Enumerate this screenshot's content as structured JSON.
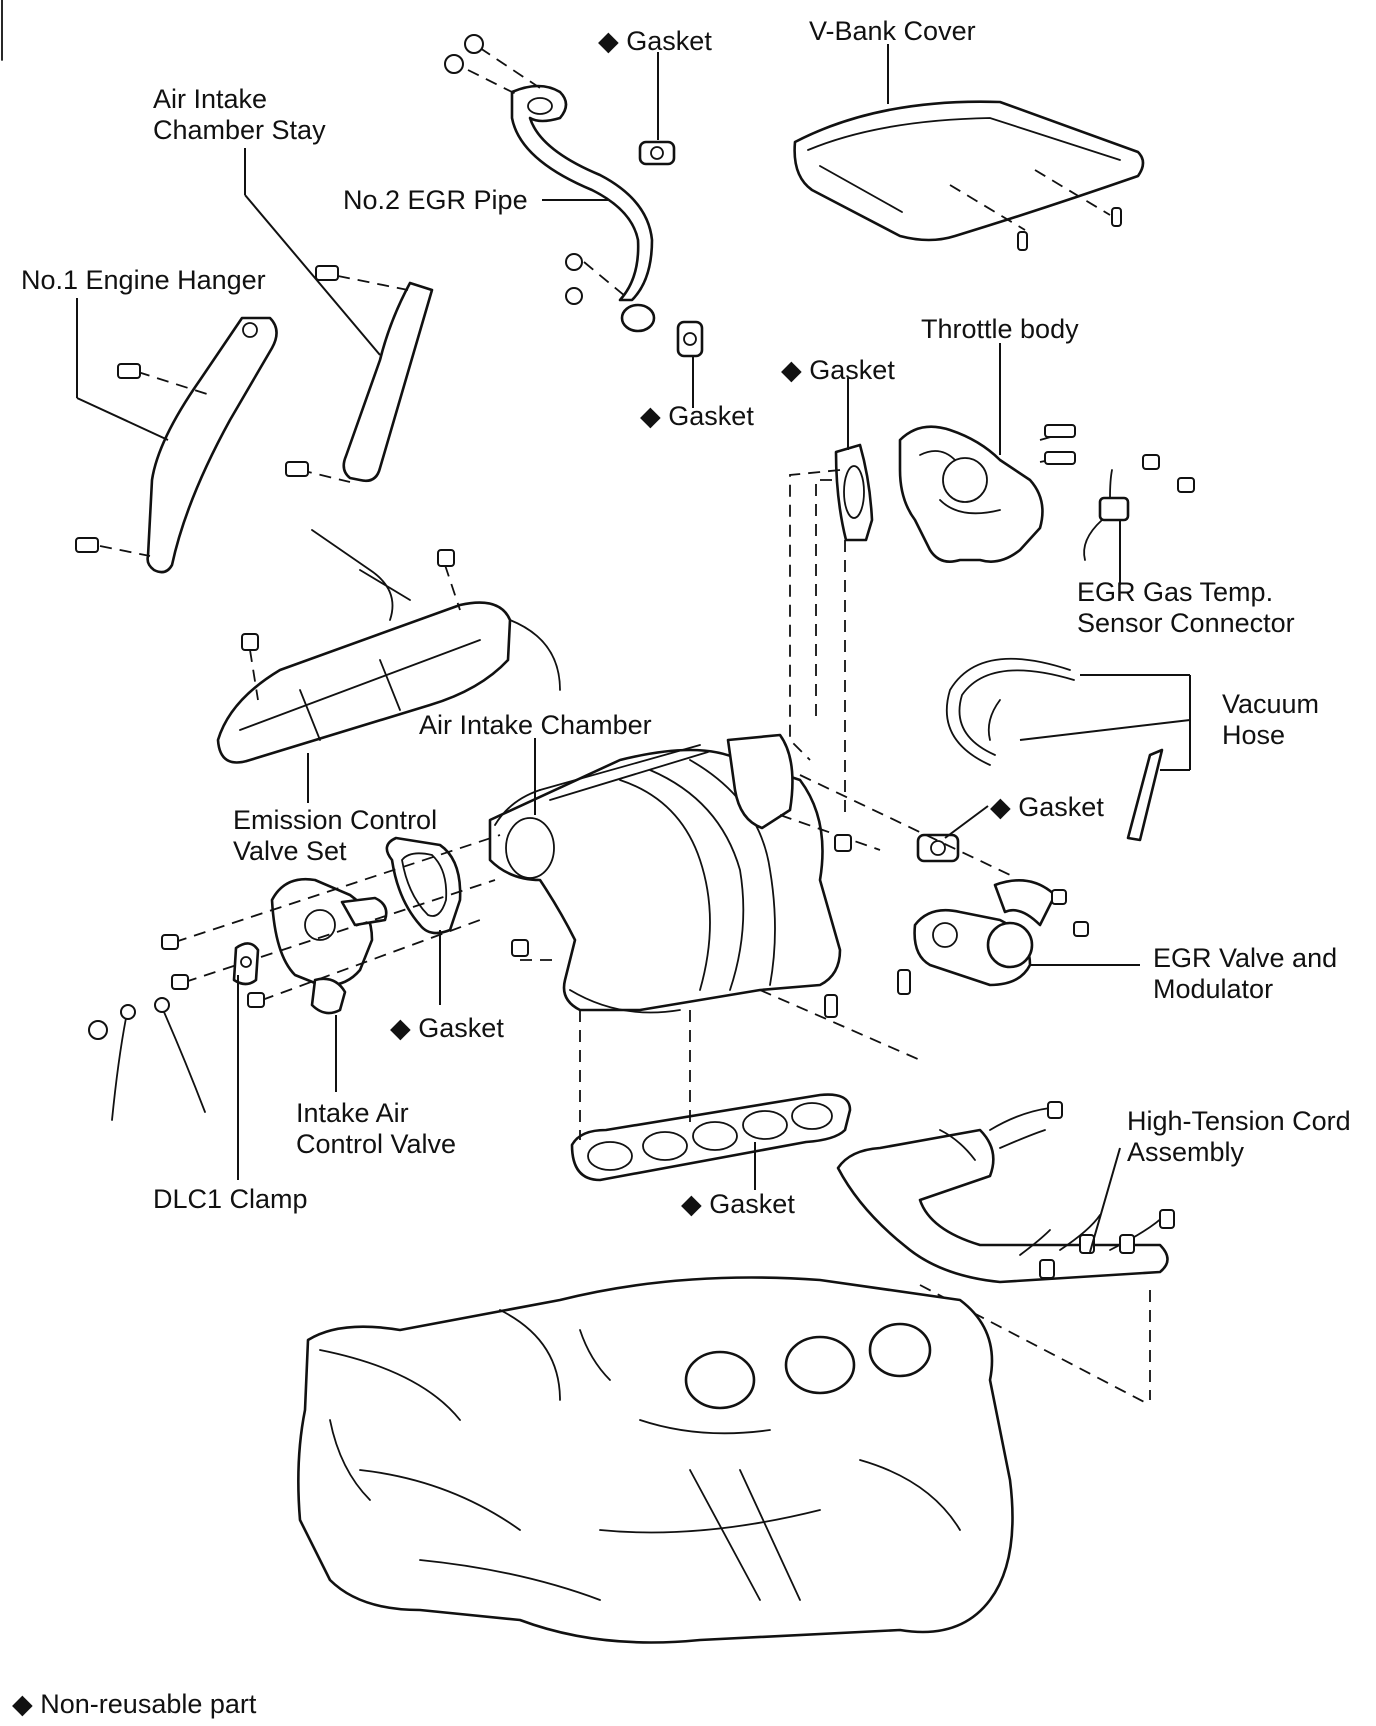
{
  "labels": {
    "gasket_top": "Gasket",
    "v_bank_cover": "V-Bank Cover",
    "air_intake_chamber_stay_line1": "Air Intake",
    "air_intake_chamber_stay_line2": "Chamber Stay",
    "no2_egr_pipe": "No.2 EGR Pipe",
    "no1_engine_hanger": "No.1 Engine Hanger",
    "throttle_body": "Throttle body",
    "gasket_throttle": "Gasket",
    "gasket_egr_pipe": "Gasket",
    "egr_gas_temp_line1": "EGR Gas Temp.",
    "egr_gas_temp_line2": "Sensor Connector",
    "vacuum_hose_line1": "Vacuum",
    "vacuum_hose_line2": "Hose",
    "air_intake_chamber": "Air Intake Chamber",
    "gasket_egr_valve": "Gasket",
    "emission_control_line1": "Emission Control",
    "emission_control_line2": "Valve Set",
    "egr_valve_line1": "EGR Valve and",
    "egr_valve_line2": "Modulator",
    "gasket_iacv": "Gasket",
    "intake_air_control_line1": "Intake Air",
    "intake_air_control_line2": "Control Valve",
    "high_tension_line1": "High-Tension Cord",
    "high_tension_line2": "Assembly",
    "dlc1_clamp": "DLC1 Clamp",
    "gasket_manifold": "Gasket",
    "legend": "Non-reusable part"
  },
  "marker_glyph": "◆"
}
